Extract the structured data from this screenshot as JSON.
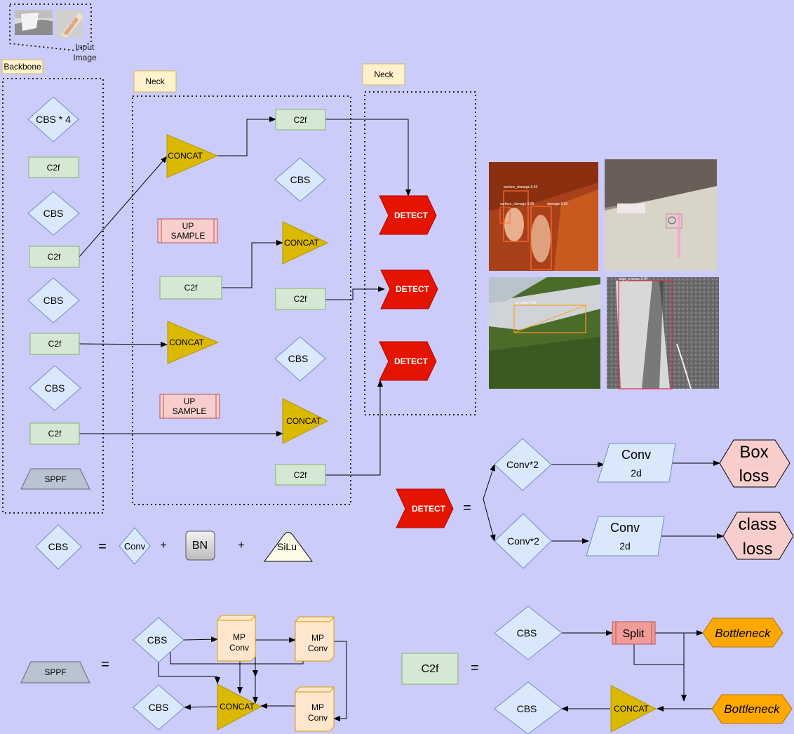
{
  "input": {
    "label_line1": "Input",
    "label_line2": "Image"
  },
  "sections": {
    "backbone": "Backbone",
    "neck1": "Neck",
    "neck2": "Neck"
  },
  "backbone": {
    "cbs4": "CBS * 4",
    "c2f_1": "C2f",
    "cbs_1": "CBS",
    "c2f_2": "C2f",
    "cbs_2": "CBS",
    "c2f_3": "C2f",
    "cbs_3": "CBS",
    "c2f_4": "C2f",
    "sppf": "SPPF"
  },
  "neck": {
    "concat_top": "CONCAT",
    "upsample_line1": "UP",
    "upsample_line2": "SAMPLE",
    "c2f_left": "C2f",
    "concat_mid": "CONCAT",
    "c2f_top": "C2f",
    "cbs_a": "CBS",
    "concat_a": "CONCAT",
    "c2f_mid": "C2f",
    "cbs_b": "CBS",
    "concat_b": "CONCAT",
    "c2f_bot": "C2f"
  },
  "detect": {
    "d1": "DETECT",
    "d2": "DETECT",
    "d3": "DETECT"
  },
  "detections": {
    "img1_a": "surface_damage 0.93",
    "img1_b": "surface_damage 0.95",
    "img1_c": "damage 0.93",
    "img3_a": "eg_pane 0.95",
    "img4_a": "edge_erosion 0.94"
  },
  "detect_def": {
    "detect": "DETECT",
    "equals": "=",
    "conv2_a": "Conv*2",
    "conv2_b": "Conv*2",
    "conv2d_a_l1": "Conv",
    "conv2d_a_l2": "2d",
    "conv2d_b_l1": "Conv",
    "conv2d_b_l2": "2d",
    "box_l1": "Box",
    "box_l2": "loss",
    "class_l1": "class",
    "class_l2": "loss"
  },
  "cbs_def": {
    "cbs": "CBS",
    "equals": "=",
    "conv": "Conv",
    "plus1": "+",
    "bn": "BN",
    "plus2": "+",
    "silu": "SiLu"
  },
  "sppf_def": {
    "sppf": "SPPF",
    "equals": "=",
    "cbs_in": "CBS",
    "cbs_out": "CBS",
    "concat": "CONCAT",
    "mp1_l1": "MP",
    "mp1_l2": "Conv",
    "mp2_l1": "MP",
    "mp2_l2": "Conv",
    "mp3_l1": "MP",
    "mp3_l2": "Conv"
  },
  "c2f_def": {
    "c2f": "C2f",
    "equals": "=",
    "cbs_in": "CBS",
    "split": "Split",
    "bottleneck1": "Bottleneck",
    "bottleneck2": "Bottleneck",
    "concat": "CONCAT",
    "cbs_out": "CBS"
  },
  "colors": {
    "background": "#ccccfb",
    "c2f_fill": "#d5e8d4",
    "c2f_stroke": "#82b366",
    "cbs_fill": "#dae8fc",
    "cbs_stroke": "#6c8ebf",
    "concat_fill": "#dbb900",
    "detect_fill": "#e51400",
    "upsample_fill": "#f8cecc",
    "upsample_stroke": "#b85450",
    "label_fill": "#fff2cc",
    "bottleneck_fill": "#ffa800",
    "sppf_fill": "#b9c4d0",
    "mp_fill": "#ffe6cc"
  }
}
